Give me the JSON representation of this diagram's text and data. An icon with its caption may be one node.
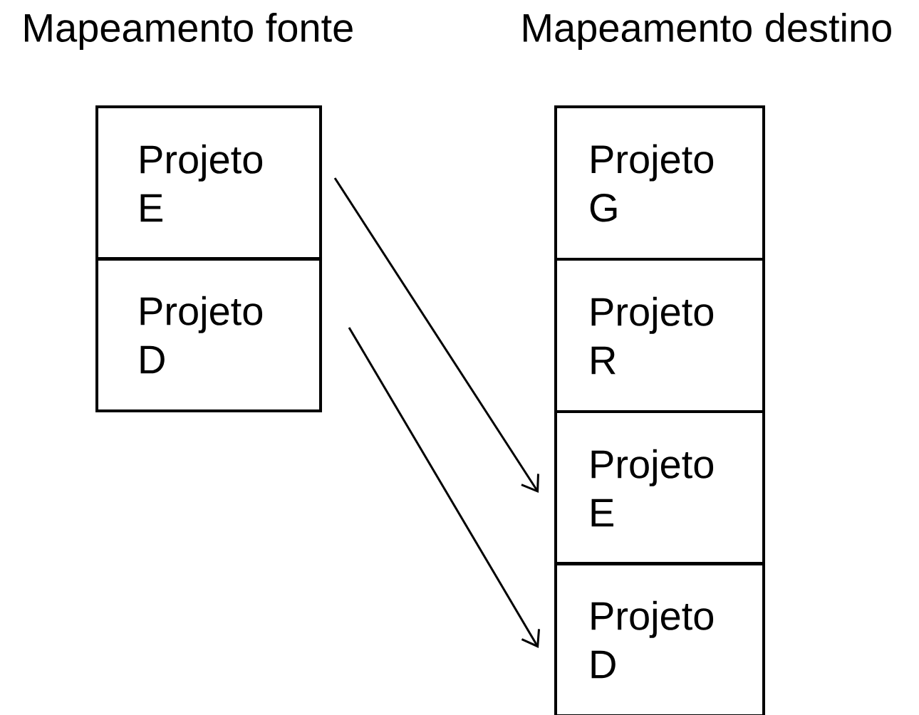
{
  "diagram": {
    "nodes": [
      {
        "text": [
          "Projeto E"
        ]
      },
      {
        "text": [
          "Projeto D"
        ]
      },
      {
        "text": [
          "Projeto G"
        ]
      },
      {
        "text": [
          "Projeto R"
        ]
      },
      {
        "text": [
          "Projeto E"
        ]
      },
      {
        "text": [
          "Projeto D"
        ]
      }
    ],
    "edges": [
      {
        "from": 0,
        "to": 4,
        "arrow": "to"
      },
      {
        "from": 1,
        "to": 5,
        "arrow": "to"
      }
    ],
    "labels": [
      "Mapeamento fonte",
      "Mapeamento destino"
    ]
  }
}
